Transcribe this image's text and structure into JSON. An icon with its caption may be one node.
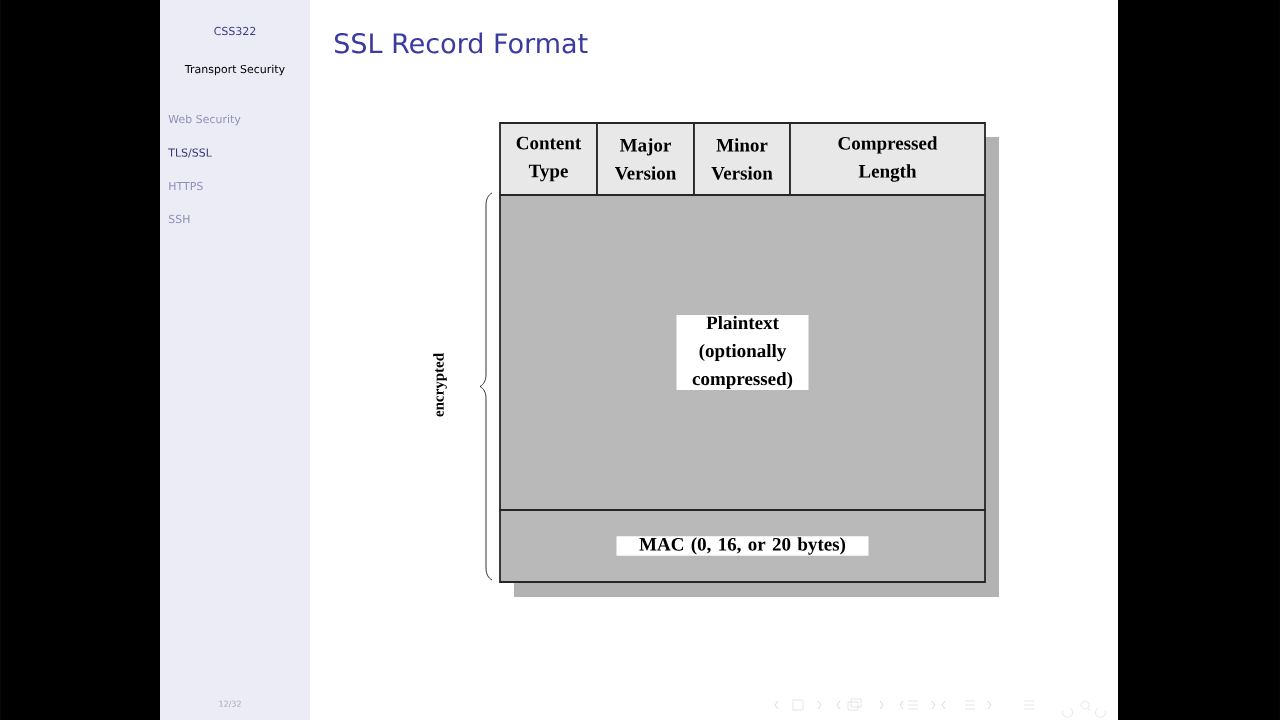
{
  "diagram": {
    "title": "SSL Record Format",
    "nodes": [
      {
        "text": [
          "Content Type"
        ]
      },
      {
        "text": [
          "Major Version"
        ]
      },
      {
        "text": [
          "Minor Version"
        ]
      },
      {
        "text": [
          "Compressed Length"
        ]
      },
      {
        "text": [
          "Plaintext (optionally compressed)"
        ]
      },
      {
        "text": [
          "MAC (0, 16, or 20 bytes)"
        ]
      }
    ],
    "labels": [
      "CSS322",
      "Transport Security",
      "Web Security",
      "TLS/SSL",
      "HTTPS",
      "SSH",
      "encrypted",
      "12/32"
    ]
  }
}
